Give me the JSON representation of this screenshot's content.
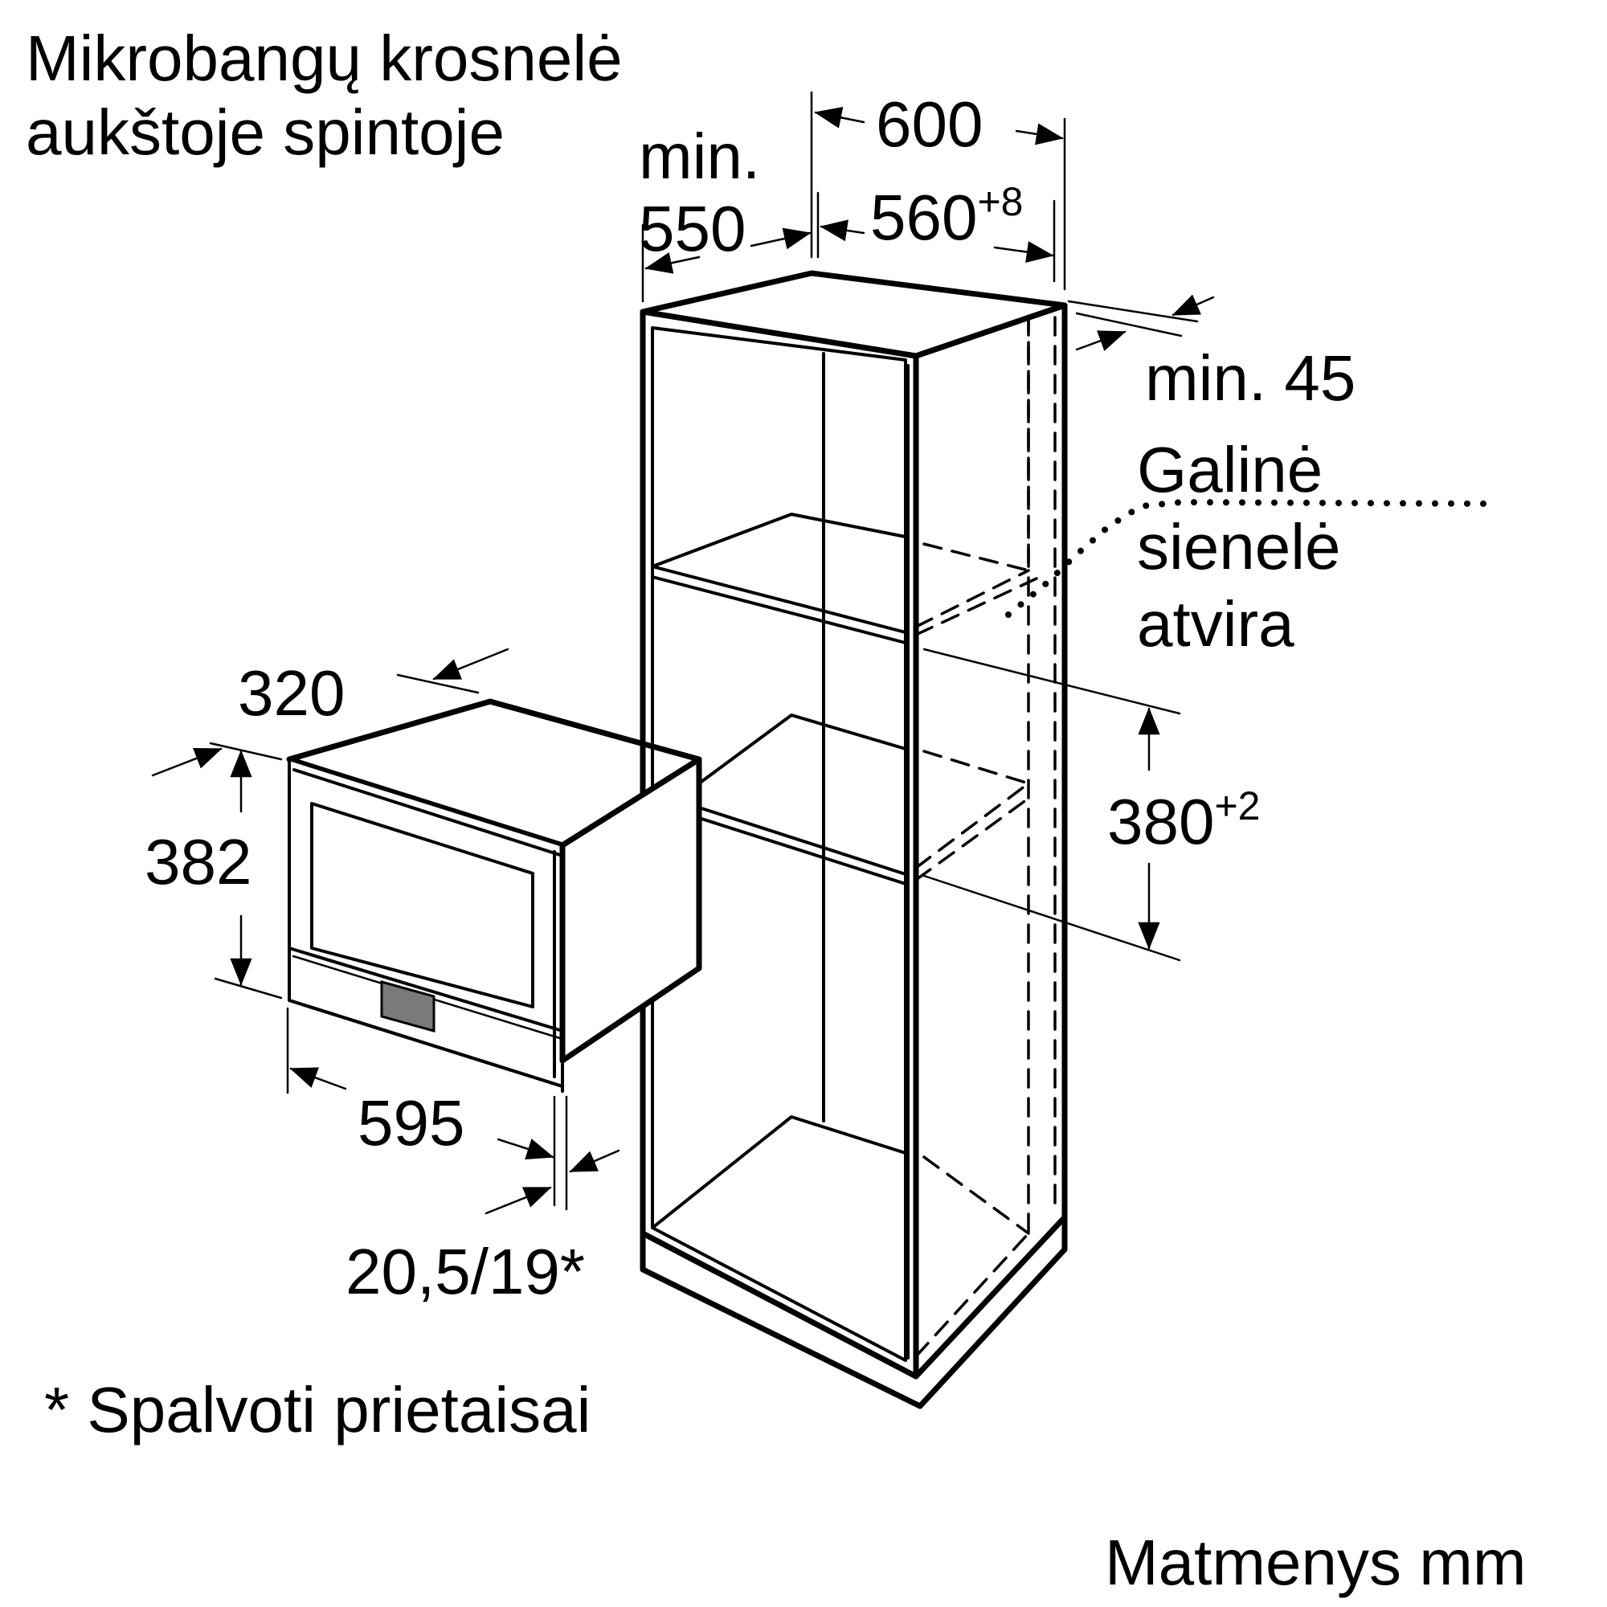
{
  "title": {
    "line1": "Mikrobangų krosnelė",
    "line2": "aukštoje spintoje"
  },
  "dimensions": {
    "min_label": "min.",
    "min_depth": "550",
    "cabinet_width": "600",
    "niche_width": "560",
    "niche_width_tol": "+8",
    "rear_gap": "min. 45",
    "niche_height": "380",
    "niche_height_tol": "+2",
    "appliance_depth": "320",
    "appliance_height": "382",
    "appliance_width": "595",
    "front_thickness": "20,5/19*"
  },
  "back_wall_note": {
    "line1": "Galinė",
    "line2": "sienelė",
    "line3": "atvira"
  },
  "footnote": "* Spalvoti prietaisai",
  "units_note": "Matmenys mm",
  "colors": {
    "line": "#000000",
    "background": "#ffffff",
    "display_panel": "#7a7a7a"
  }
}
